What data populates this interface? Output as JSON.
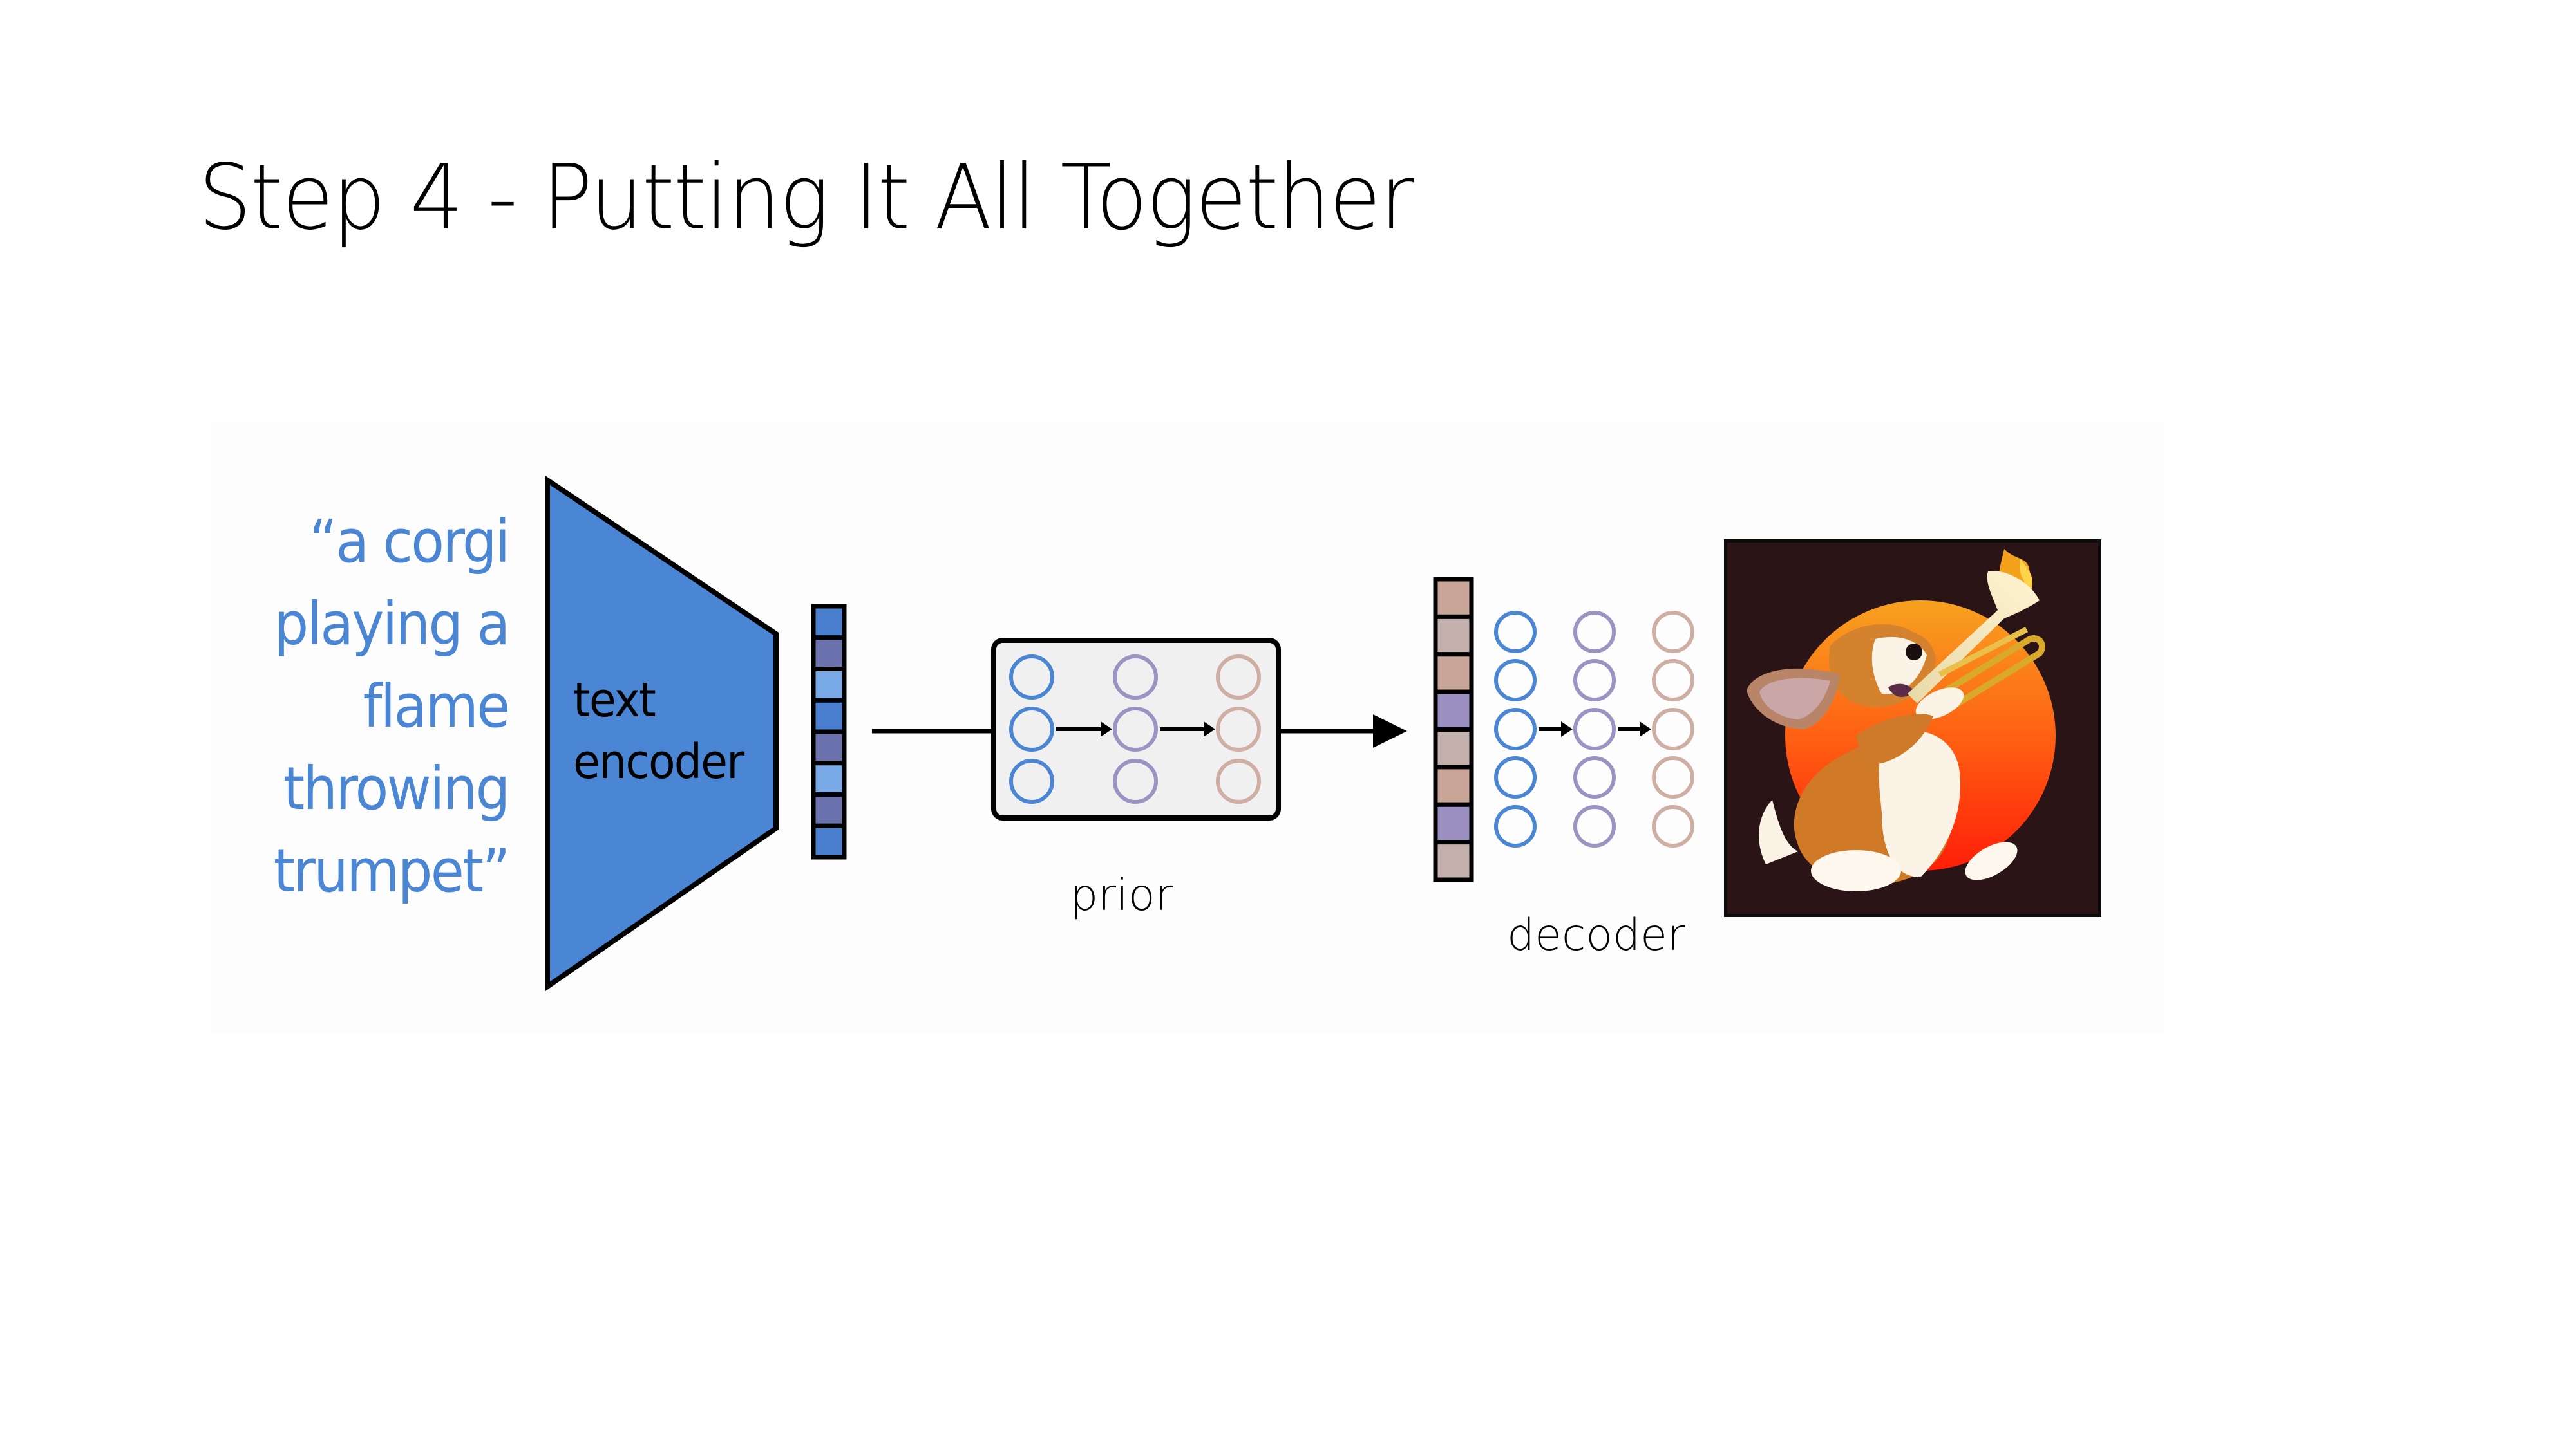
{
  "slide": {
    "title": "Step 4 - Putting It All Together"
  },
  "diagram": {
    "prompt_lines": [
      "“a corgi",
      "playing a",
      "flame",
      "throwing",
      "trumpet”"
    ],
    "encoder": {
      "label_lines": [
        "text",
        "encoder"
      ],
      "fill_color": "#4a86d4"
    },
    "text_embedding": {
      "cells": [
        "#4a7fd0",
        "#6b72ad",
        "#79a9e6",
        "#4a7fd0",
        "#6b72ad",
        "#79a9e6",
        "#6b72ad",
        "#4a7fd0"
      ]
    },
    "prior": {
      "label": "prior",
      "columns": [
        {
          "color": "#4a86d4",
          "nodes": 3
        },
        {
          "color": "#9b93c2",
          "nodes": 3
        },
        {
          "color": "#cfaea4",
          "nodes": 3
        }
      ]
    },
    "image_embedding": {
      "cells": [
        "#c9a597",
        "#c3b0ad",
        "#c9a597",
        "#9b8ec0",
        "#c3b0ad",
        "#c9a597",
        "#9b8ec0",
        "#c3b0ad"
      ]
    },
    "decoder": {
      "label": "decoder",
      "columns": [
        {
          "color": "#4a86d4",
          "nodes": 5
        },
        {
          "color": "#9b93c2",
          "nodes": 5
        },
        {
          "color": "#cfaea4",
          "nodes": 5
        }
      ]
    },
    "output_image": {
      "description": "corgi playing a flame throwing trumpet",
      "background_color": "#2b1416",
      "sun_colors": [
        "#f5a623",
        "#ff2a0a"
      ]
    }
  }
}
